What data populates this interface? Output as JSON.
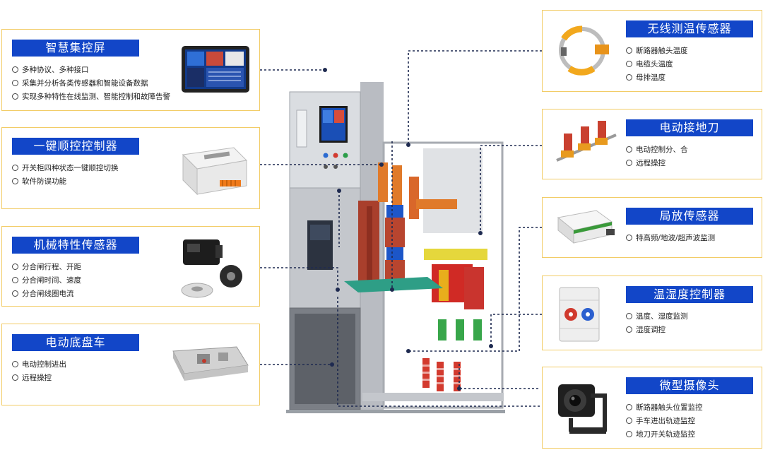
{
  "left_panels": [
    {
      "id": "smart-screen",
      "title": "智慧集控屏",
      "items": [
        "多种协议、多种接口",
        "采集并分析各类传感器和智能设备数据",
        "实现多种特性在线监测、智能控制和故障告警"
      ],
      "icon": "tablet-screen-icon"
    },
    {
      "id": "one-key",
      "title": "一键顺控控制器",
      "items": [
        "开关柜四种状态一键顺控切换",
        "软件防误功能"
      ],
      "icon": "controller-box-icon"
    },
    {
      "id": "mech",
      "title": "机械特性传感器",
      "items": [
        "分合闸行程、开距",
        "分合闸时间、速度",
        "分合闸线圈电流"
      ],
      "icon": "mech-sensor-icon"
    },
    {
      "id": "chassis",
      "title": "电动底盘车",
      "items": [
        "电动控制进出",
        "远程操控"
      ],
      "icon": "chassis-truck-icon"
    }
  ],
  "right_panels": [
    {
      "id": "wireless-temp",
      "title": "无线测温传感器",
      "items": [
        "断路器触头温度",
        "电缆头温度",
        "母排温度"
      ],
      "icon": "temp-ring-icon"
    },
    {
      "id": "earth-switch",
      "title": "电动接地刀",
      "items": [
        "电动控制分、合",
        "远程操控"
      ],
      "icon": "earthing-switch-icon"
    },
    {
      "id": "pd-sensor",
      "title": "局放传感器",
      "items": [
        "特高频/地波/超声波监测"
      ],
      "icon": "pd-sensor-icon"
    },
    {
      "id": "humidity",
      "title": "温湿度控制器",
      "items": [
        "温度、湿度监测",
        "湿度调控"
      ],
      "icon": "thermostat-icon"
    },
    {
      "id": "camera",
      "title": "微型摄像头",
      "items": [
        "断路器触头位置监控",
        "手车进出轨迹监控",
        "地刀开关轨迹监控"
      ],
      "icon": "camera-icon"
    }
  ],
  "colors": {
    "title_bg": "#1246c8",
    "panel_border": "#f2cc66",
    "leader_line": "#1e2a50"
  },
  "center_icon": "switchgear-cabinet-icon"
}
